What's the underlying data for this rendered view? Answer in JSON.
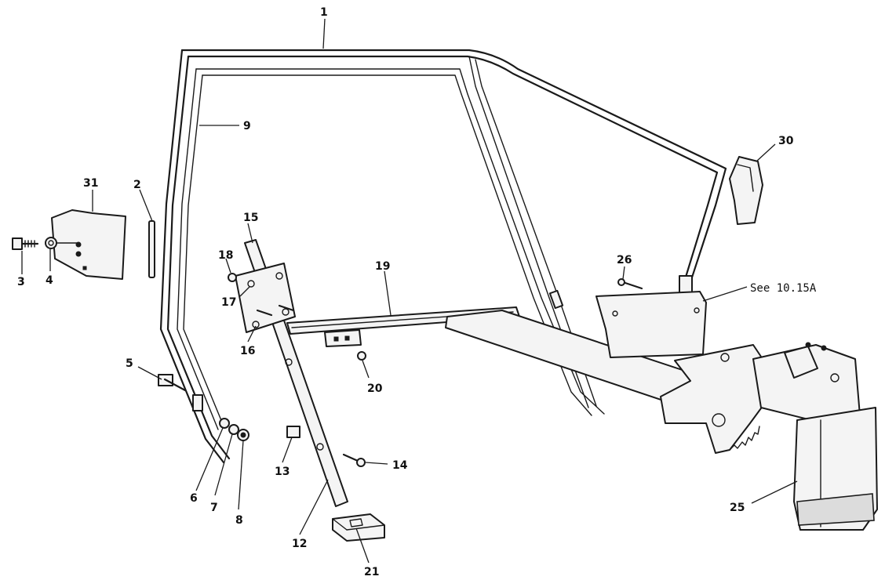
{
  "callouts": [
    {
      "id": "c1",
      "text": "1"
    },
    {
      "id": "c2",
      "text": "2"
    },
    {
      "id": "c3",
      "text": "3"
    },
    {
      "id": "c4",
      "text": "4"
    },
    {
      "id": "c5",
      "text": "5"
    },
    {
      "id": "c6",
      "text": "6"
    },
    {
      "id": "c7",
      "text": "7"
    },
    {
      "id": "c8",
      "text": "8"
    },
    {
      "id": "c9",
      "text": "9"
    },
    {
      "id": "c12",
      "text": "12"
    },
    {
      "id": "c13",
      "text": "13"
    },
    {
      "id": "c14",
      "text": "14"
    },
    {
      "id": "c15",
      "text": "15"
    },
    {
      "id": "c16",
      "text": "16"
    },
    {
      "id": "c17",
      "text": "17"
    },
    {
      "id": "c18",
      "text": "18"
    },
    {
      "id": "c19",
      "text": "19"
    },
    {
      "id": "c20",
      "text": "20"
    },
    {
      "id": "c21",
      "text": "21"
    },
    {
      "id": "c25",
      "text": "25"
    },
    {
      "id": "c26",
      "text": "26"
    },
    {
      "id": "c30",
      "text": "30"
    },
    {
      "id": "c31",
      "text": "31"
    }
  ],
  "reference_note": "See   10.15A"
}
